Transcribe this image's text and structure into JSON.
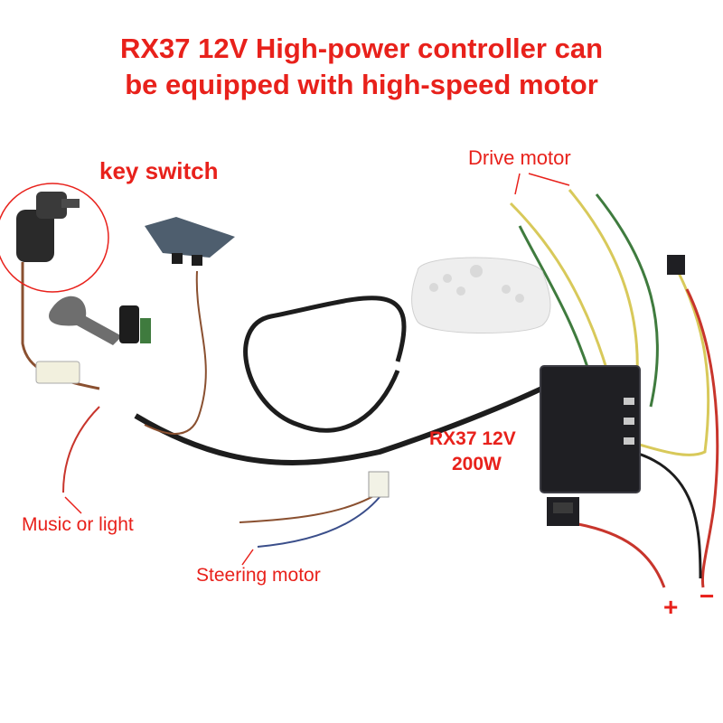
{
  "title": {
    "line1": "RX37 12V High-power controller can",
    "line2": "be equipped with high-speed motor"
  },
  "labels": {
    "key_switch": "key switch",
    "drive_motor": "Drive motor",
    "controller_model": "RX37 12V",
    "controller_power": "200W",
    "music_or_light": "Music or light",
    "steering_motor": "Steering motor",
    "battery_plus": "+",
    "battery_minus": "−"
  },
  "colors": {
    "label_red": "#e8211b",
    "controller_body": "#1f1f23",
    "wire_yellow": "#d8c95a",
    "wire_green": "#3f7b3e",
    "wire_red": "#c8352c",
    "cable_black": "#1d1d1d"
  },
  "icons": [
    "key-switch-icon",
    "pedal-icon",
    "gear-shifter-icon",
    "remote-control-icon",
    "controller-box-icon",
    "power-switch-icon"
  ]
}
